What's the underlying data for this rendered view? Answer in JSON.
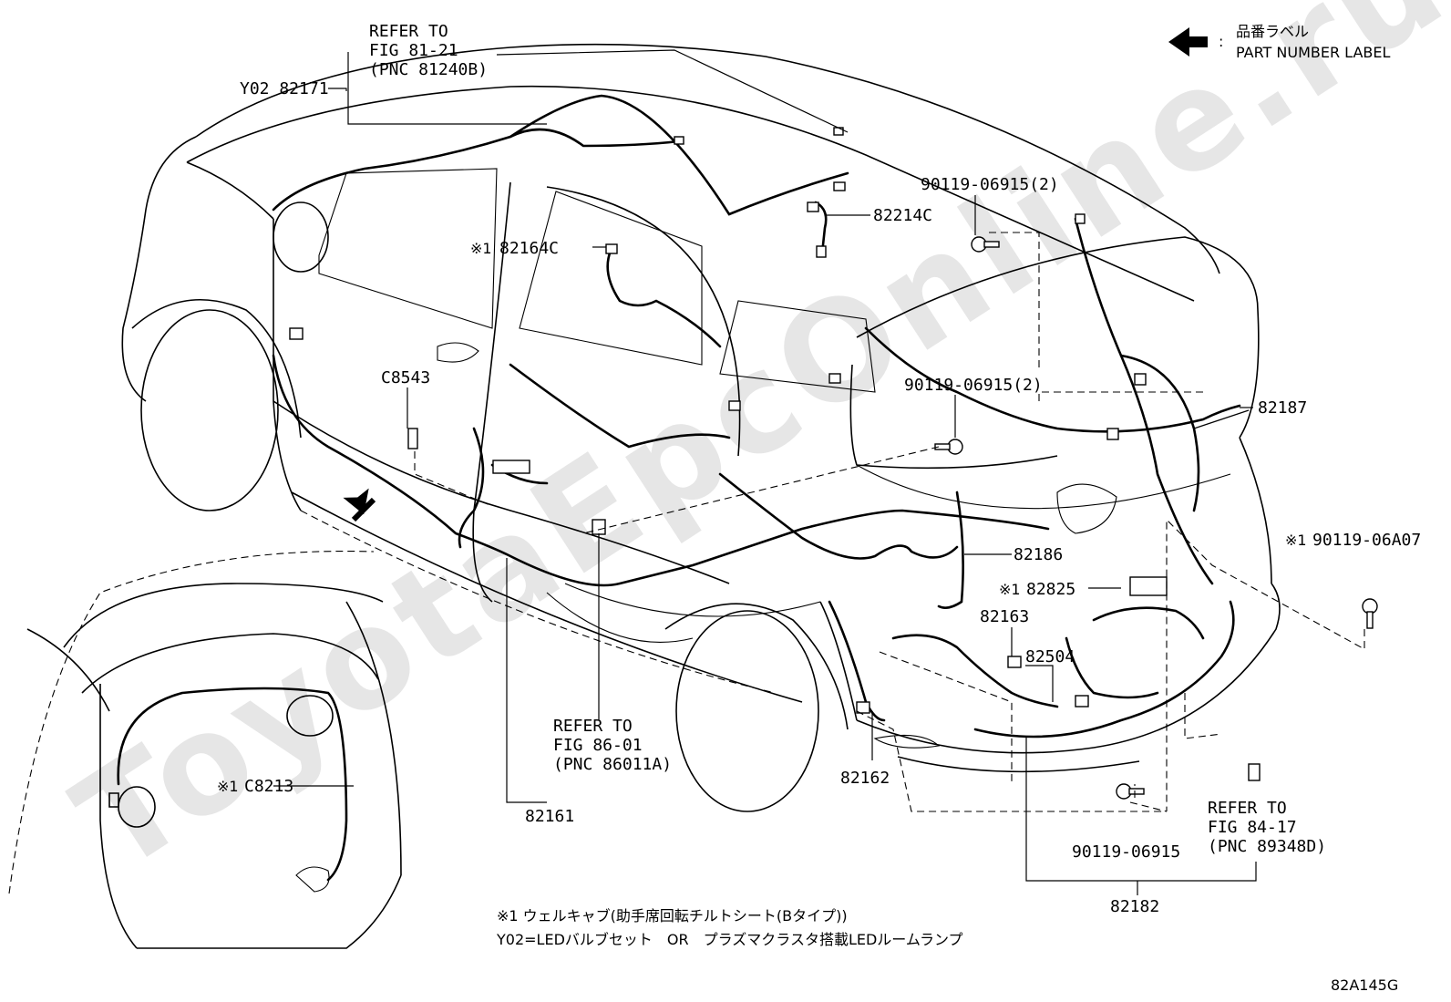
{
  "watermark": "ToyotaEpcOnline.ru",
  "legend": {
    "label_jp": "品番ラベル",
    "label_en": "PART NUMBER LABEL",
    "separator": ":"
  },
  "callouts": {
    "refer_81_21": [
      "REFER TO",
      "FIG 81-21",
      "(PNC 81240B)"
    ],
    "refer_86_01": [
      "REFER TO",
      "FIG 86-01",
      "(PNC 86011A)"
    ],
    "refer_84_17": [
      "REFER TO",
      "FIG 84-17",
      "(PNC 89348D)"
    ],
    "y02_82171": "Y02 82171",
    "p82214c": "82214C",
    "p82164c_mark": "※1",
    "p82164c": "82164C",
    "bolt_top": "90119-06915(2)",
    "bolt_mid": "90119-06915(2)",
    "c8543": "C8543",
    "p82187": "82187",
    "bolt_06a07_mark": "※1",
    "bolt_06a07": "90119-06A07",
    "p82186": "82186",
    "p82825_mark": "※1",
    "p82825": "82825",
    "p82163": "82163",
    "p82504": "82504",
    "c8213_mark": "※1",
    "c8213": "C8213",
    "p82162": "82162",
    "p82161": "82161",
    "bolt_bottom": "90119-06915",
    "p82182": "82182"
  },
  "notes": {
    "note1": "※1 ウェルキャブ(助手席回転チルトシート(Bタイプ))",
    "note2": "Y02=LEDバルブセット　OR　プラズマクラスタ搭載LEDルームランプ"
  },
  "figure_code": "82A145G"
}
